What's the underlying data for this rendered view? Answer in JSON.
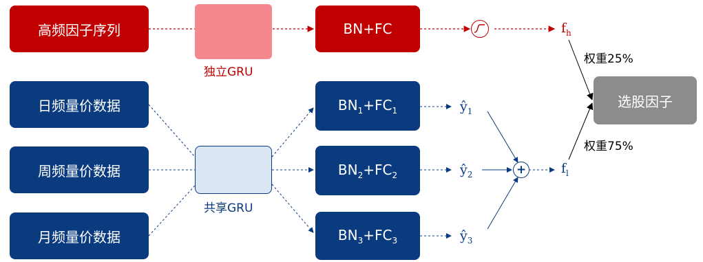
{
  "colors": {
    "red": "#c00000",
    "pink": "#f4888e",
    "blue": "#0b3b7f",
    "lightblue": "#dbe6f4",
    "gray": "#8c8c8c"
  },
  "inputs": {
    "high_freq": "高频因子序列",
    "daily": "日频量价数据",
    "weekly": "周频量价数据",
    "monthly": "月频量价数据"
  },
  "gru": {
    "independent": "独立GRU",
    "shared": "共享GRU"
  },
  "heads": {
    "high": "BN+FC",
    "h1_main": "BN",
    "h1_sub1": "1",
    "h1_mid": "+FC",
    "h1_sub2": "1",
    "h2_main": "BN",
    "h2_sub1": "2",
    "h2_mid": "+FC",
    "h2_sub2": "2",
    "h3_main": "BN",
    "h3_sub1": "3",
    "h3_mid": "+FC",
    "h3_sub2": "3"
  },
  "outputs": {
    "fh": "f",
    "fh_sub": "h",
    "fl": "f",
    "fl_sub": "l",
    "y": "ŷ",
    "y1_sub": "1",
    "y2_sub": "2",
    "y3_sub": "3",
    "sum_icon": "plus-circle-icon",
    "sigmoid_icon": "sigmoid-icon"
  },
  "weights": {
    "high": "权重25%",
    "low": "权重75%"
  },
  "result": "选股因子"
}
